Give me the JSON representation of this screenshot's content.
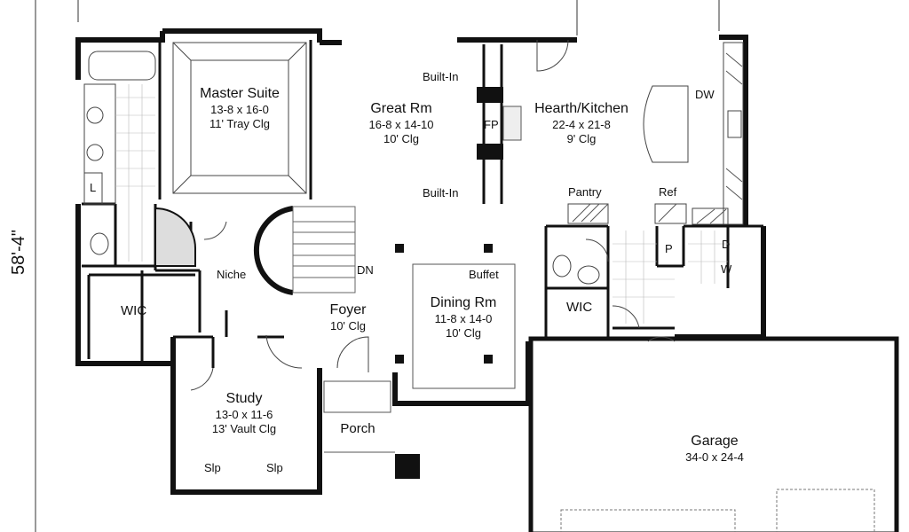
{
  "overall_dimension": "58'-4\"",
  "rooms": {
    "master_suite": {
      "name": "Master Suite",
      "size": "13-8 x 16-0",
      "ceiling": "11' Tray Clg"
    },
    "great_rm": {
      "name": "Great Rm",
      "size": "16-8 x 14-10",
      "ceiling": "10' Clg"
    },
    "hearth_kitchen": {
      "name": "Hearth/Kitchen",
      "size": "22-4 x 21-8",
      "ceiling": "9' Clg"
    },
    "foyer": {
      "name": "Foyer",
      "ceiling": "10' Clg"
    },
    "dining_rm": {
      "name": "Dining Rm",
      "size": "11-8 x 14-0",
      "ceiling": "10' Clg"
    },
    "study": {
      "name": "Study",
      "size": "13-0 x 11-6",
      "ceiling": "13' Vault Clg"
    },
    "garage": {
      "name": "Garage",
      "size": "34-0 x 24-4"
    },
    "porch": {
      "name": "Porch"
    }
  },
  "labels": {
    "wic_master": "WIC",
    "wic_kitchen": "WIC",
    "niche": "Niche",
    "dn": "DN",
    "built_in_top": "Built-In",
    "built_in_bottom": "Built-In",
    "fp": "FP",
    "pantry": "Pantry",
    "ref": "Ref",
    "dw": "DW",
    "buffet": "Buffet",
    "p": "P",
    "d": "D",
    "w": "W",
    "l": "L",
    "slp_left": "Slp",
    "slp_right": "Slp"
  }
}
